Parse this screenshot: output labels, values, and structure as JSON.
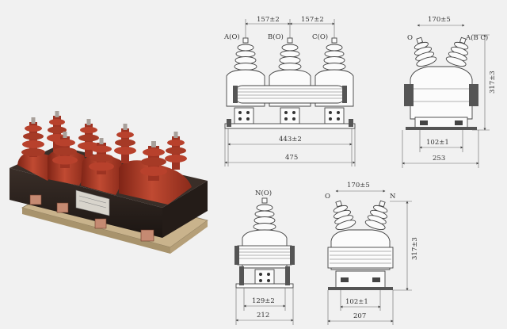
{
  "figure": {
    "photo": {
      "colors": {
        "porcelain": "#b8412c",
        "porcelain_dark": "#7f2416",
        "body": "#2a211d",
        "base": "#c9b38c",
        "terminal": "#a8a09a"
      }
    },
    "front_view": {
      "phase_labels": [
        "A(O)",
        "B(O)",
        "C(O)"
      ],
      "spacing_1": "157±2",
      "spacing_2": "157±2",
      "mount_width": "443±2",
      "overall_width": "475"
    },
    "side_view": {
      "label_left": "O",
      "label_right": "A(B C)",
      "top_spacing": "170±5",
      "height": "317±3",
      "base_inner": "102±1",
      "base_overall": "253"
    },
    "single_front_view": {
      "label": "N(O)",
      "mount_width": "129±2",
      "overall_width": "212"
    },
    "single_side_view": {
      "label_left": "O",
      "label_right": "N",
      "top_spacing": "170±5",
      "height": "317±3",
      "base_inner": "102±1",
      "base_overall": "207"
    }
  }
}
